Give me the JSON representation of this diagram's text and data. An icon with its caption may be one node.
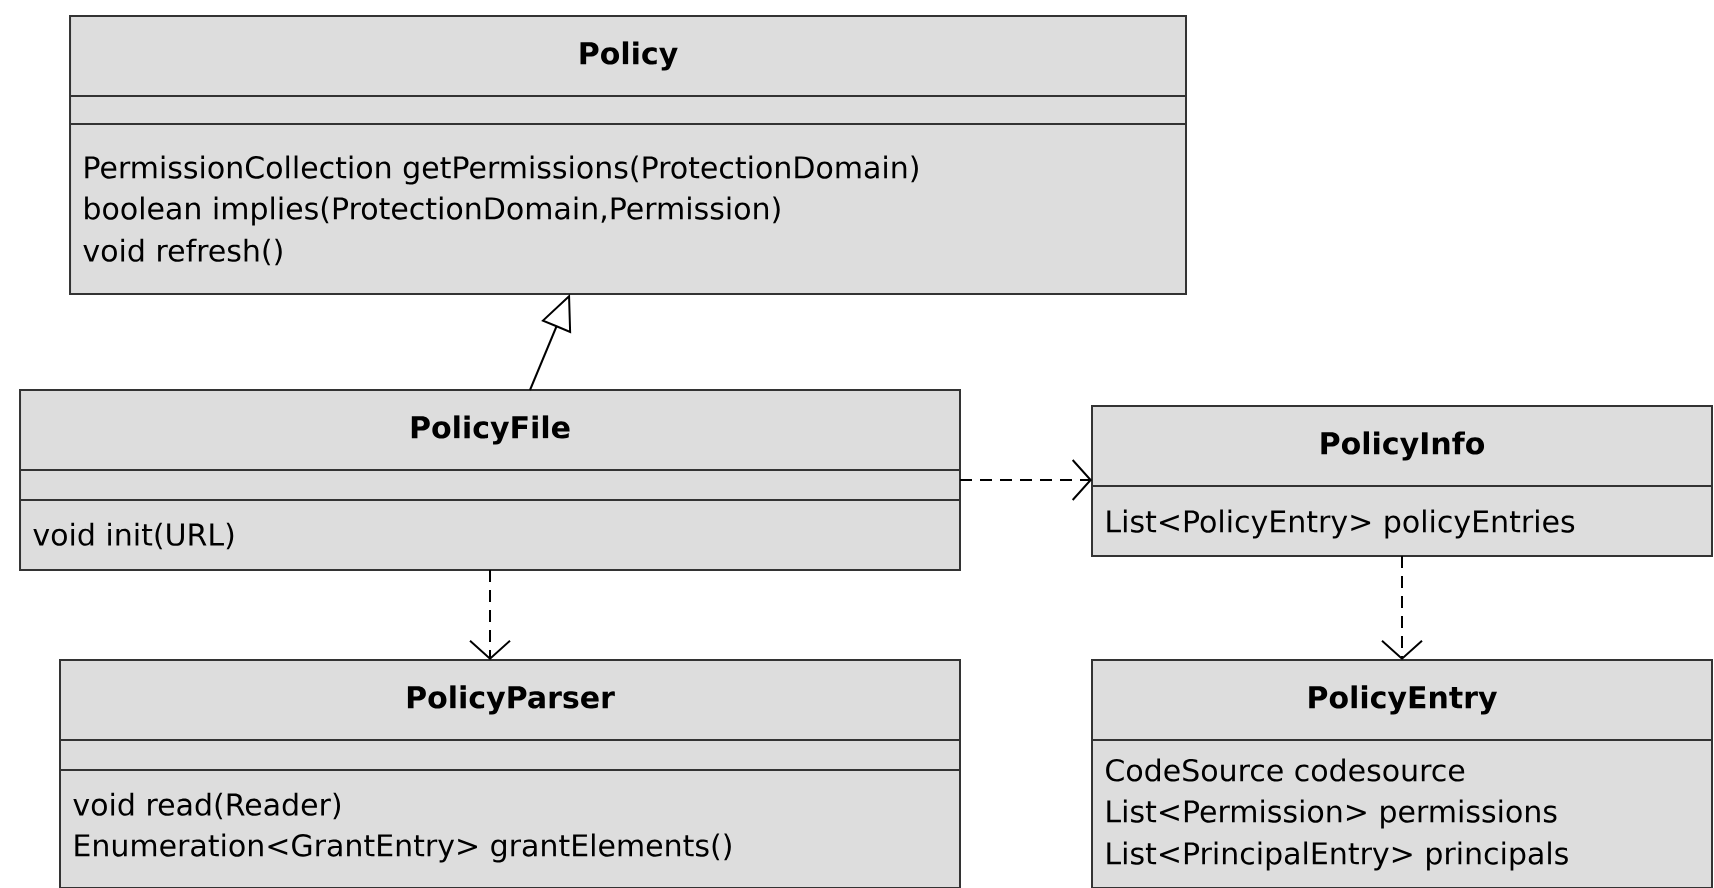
{
  "diagram": {
    "nodes": [
      {
        "text": [
          "Policy",
          "PermissionCollection getPermissions(ProtectionDomain)",
          "boolean implies(ProtectionDomain,Permission)",
          "void refresh()"
        ]
      },
      {
        "text": [
          "PolicyFile",
          "void init(URL)"
        ]
      },
      {
        "text": [
          "PolicyInfo",
          "List<PolicyEntry> policyEntries"
        ]
      },
      {
        "text": [
          "PolicyParser",
          "void read(Reader)",
          "Enumeration<GrantEntry> grantElements()"
        ]
      },
      {
        "text": [
          "PolicyEntry",
          "CodeSource codesource",
          "List<Permission> permissions",
          "List<PrincipalEntry> principals"
        ]
      }
    ],
    "edges": [
      {
        "from": 1,
        "to": 0,
        "arrow": "to"
      },
      {
        "from": 1,
        "to": 2,
        "arrow": "to",
        "style": "dashed"
      },
      {
        "from": 1,
        "to": 3,
        "arrow": "to",
        "style": "dashed"
      },
      {
        "from": 2,
        "to": 4,
        "arrow": "to",
        "style": "dashed"
      }
    ]
  }
}
